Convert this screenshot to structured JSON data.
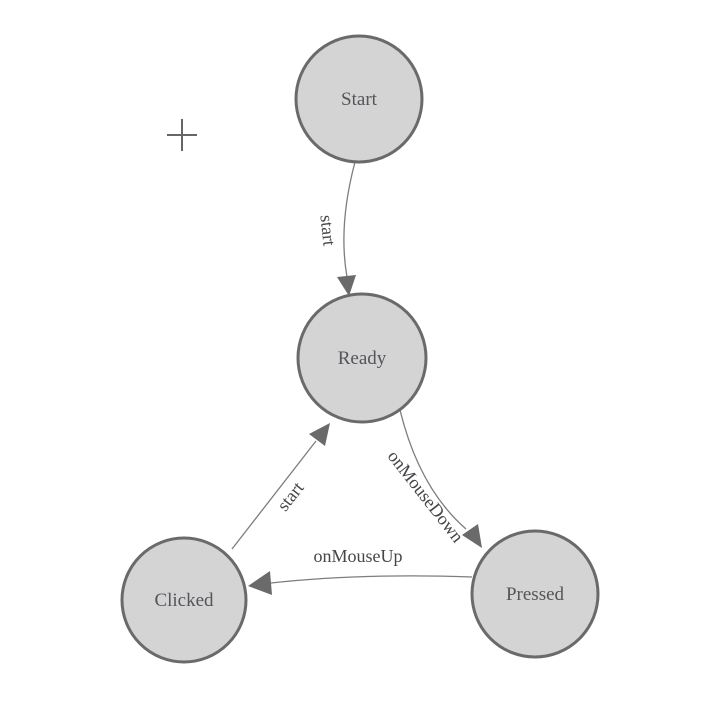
{
  "diagram": {
    "nodes": [
      {
        "id": "start",
        "label": "Start"
      },
      {
        "id": "ready",
        "label": "Ready"
      },
      {
        "id": "clicked",
        "label": "Clicked"
      },
      {
        "id": "pressed",
        "label": "Pressed"
      }
    ],
    "edges": [
      {
        "from": "Start",
        "to": "Ready",
        "label": "start"
      },
      {
        "from": "Clicked",
        "to": "Ready",
        "label": "start"
      },
      {
        "from": "Ready",
        "to": "Pressed",
        "label": "onMouseDown"
      },
      {
        "from": "Pressed",
        "to": "Clicked",
        "label": "onMouseUp"
      }
    ],
    "colors": {
      "background": "#ffffff",
      "node_fill": "#d4d4d4",
      "node_stroke": "#6a6a6a",
      "edge_stroke": "#7d7d7d",
      "arrow_fill": "#6a6a6a",
      "node_label": "#54545a",
      "edge_label": "#45454a",
      "crosshair": "#666666"
    }
  }
}
